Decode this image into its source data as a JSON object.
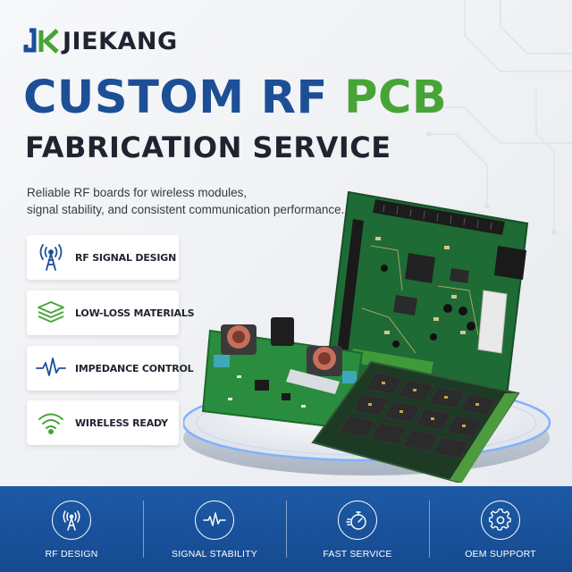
{
  "brand": {
    "name": "JIEKANG",
    "mark": "JK"
  },
  "headline": {
    "line1_part1": "CUSTOM RF",
    "line1_part2": "PCB",
    "line2": "FABRICATION SERVICE"
  },
  "subtitle": {
    "line1": "Reliable RF boards for wireless modules,",
    "line2": "signal stability, and consistent communication performance."
  },
  "features": [
    {
      "label": "RF SIGNAL DESIGN",
      "icon": "antenna-tower-icon"
    },
    {
      "label": "LOW-LOSS MATERIALS",
      "icon": "layers-icon"
    },
    {
      "label": "IMPEDANCE CONTROL",
      "icon": "waveform-icon"
    },
    {
      "label": "WIRELESS READY",
      "icon": "wifi-icon"
    }
  ],
  "footer": [
    {
      "label": "RF DESIGN",
      "icon": "antenna-tower-icon"
    },
    {
      "label": "SIGNAL STABILITY",
      "icon": "waveform-icon"
    },
    {
      "label": "FAST SERVICE",
      "icon": "stopwatch-icon"
    },
    {
      "label": "OEM SUPPORT",
      "icon": "gear-icon"
    }
  ],
  "colors": {
    "brand_blue": "#1d4f97",
    "brand_green": "#46a536",
    "footer_blue": "#1d5aa6",
    "pcb_green": "#1f6b35"
  }
}
